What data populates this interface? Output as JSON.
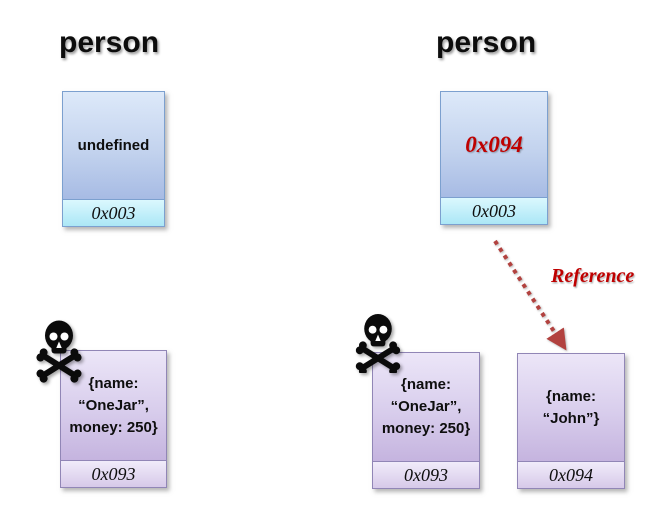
{
  "left_state": {
    "title": "person",
    "variable_box": {
      "value": "undefined",
      "address": "0x003"
    },
    "object_box": {
      "lines": [
        "{name:",
        "“OneJar”,",
        "money: 250}"
      ],
      "address": "0x093"
    }
  },
  "right_state": {
    "title": "person",
    "variable_box": {
      "value": "0x094",
      "address": "0x003"
    },
    "dead_object_box": {
      "lines": [
        "{name:",
        "“OneJar”,",
        "money: 250}"
      ],
      "address": "0x093"
    },
    "referenced_object_box": {
      "lines": [
        "{name:",
        "“John”}"
      ],
      "address": "0x094"
    },
    "reference_label": "Reference"
  },
  "icons": {
    "left_skull": "skull-and-crossbones",
    "right_skull": "skull-and-crossbones"
  },
  "colors": {
    "reference_value_text": "#bf0000",
    "reference_label_text": "#bf0000",
    "arrow": "#b2423f",
    "blue_box_top": "#dde9f9",
    "blue_box_bottom": "#a7bbe4",
    "blue_box_border": "#7ca0cf",
    "cyan_footer_top": "#dbf8fe",
    "cyan_footer_bottom": "#abe7f6",
    "purple_box_top": "#ece6f8",
    "purple_box_bottom": "#c5b4df",
    "purple_box_border": "#9186b6",
    "purple_footer_top": "#f1ecfa",
    "purple_footer_bottom": "#d7c9e9"
  }
}
